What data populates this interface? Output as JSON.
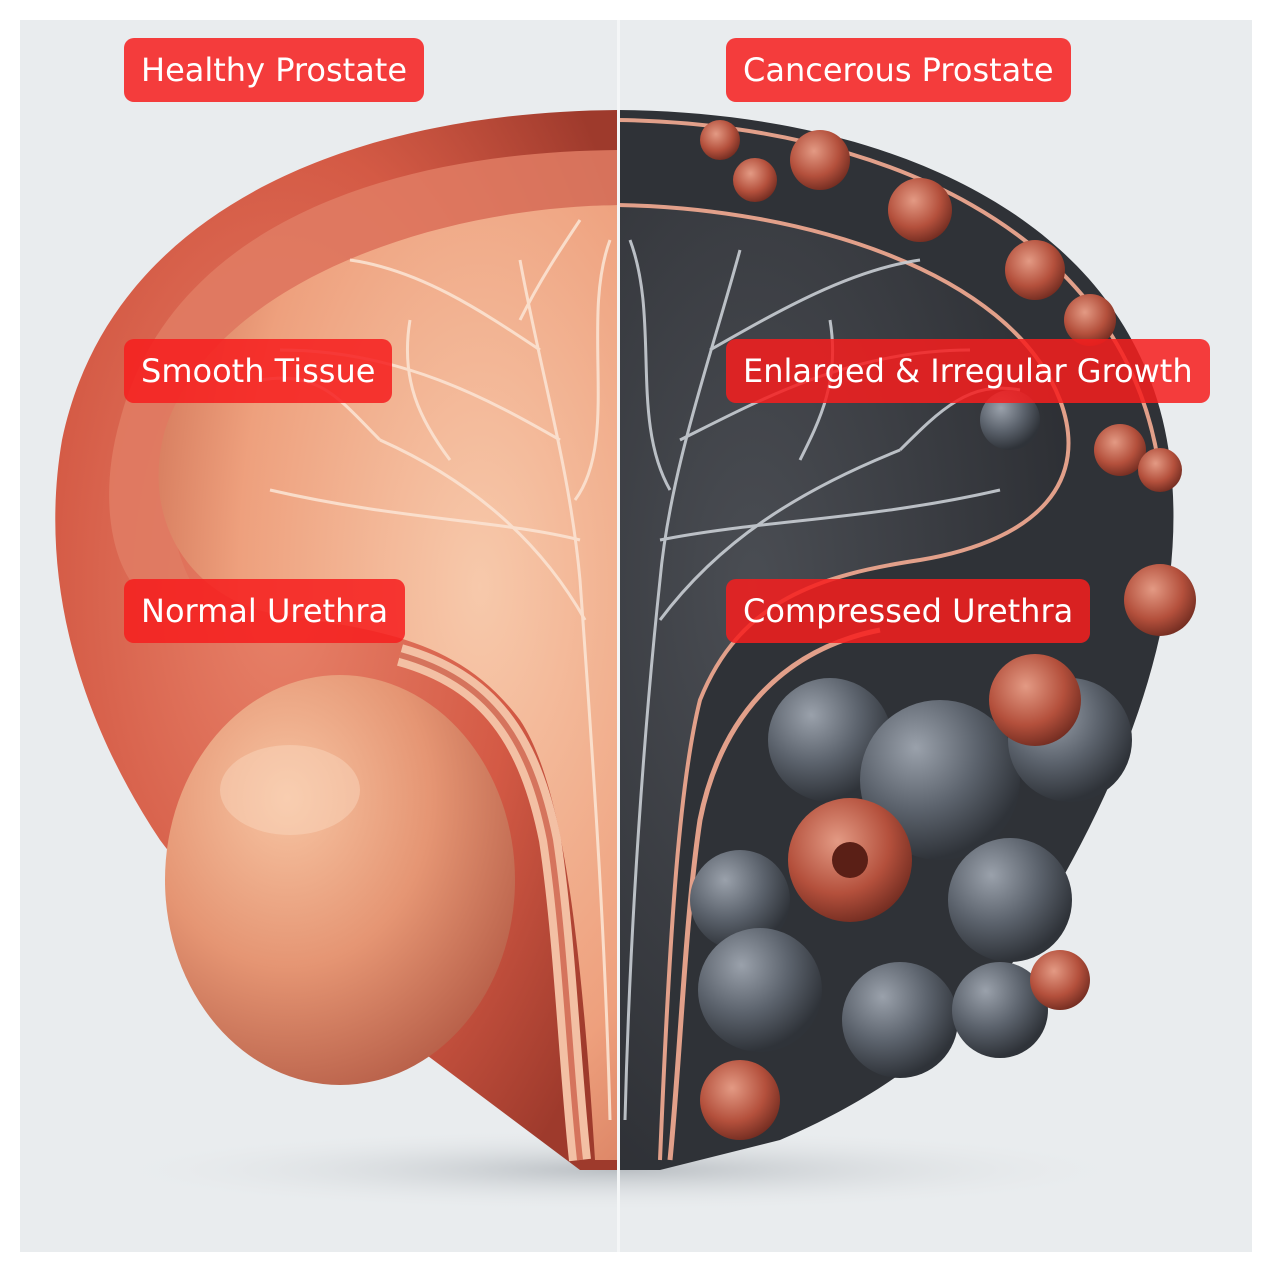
{
  "labels": {
    "healthy_title": "Healthy Prostate",
    "cancerous_title": "Cancerous Prostate",
    "smooth_tissue": "Smooth Tissue",
    "enlarged_growth": "Enlarged & Irregular Growth",
    "normal_urethra": "Normal Urethra",
    "compressed_urethra": "Compressed Urethra"
  },
  "colors": {
    "background": "#e9ecee",
    "label_fill": "#f61e1e",
    "label_text": "#ffffff",
    "healthy_tissue": "#d9634f",
    "healthy_inner": "#f0b08e",
    "cancer_tissue": "#3b3e44",
    "tumor_gray": "#5c636d",
    "tumor_red": "#b4503c"
  }
}
